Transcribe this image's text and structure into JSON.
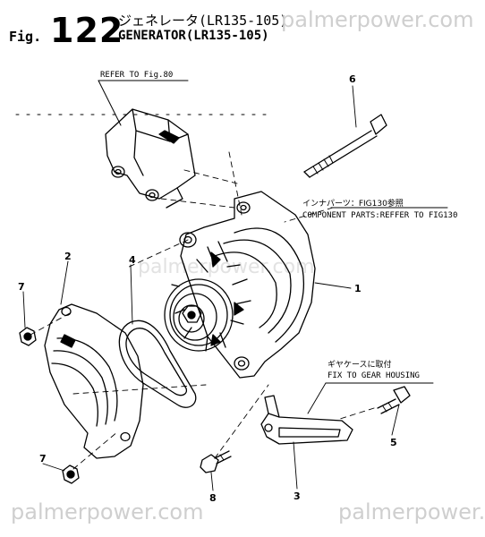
{
  "figure": {
    "prefix": "Fig.",
    "number": "122",
    "title_jp": "ジェネレータ(LR135-105)",
    "title_en": "GENERATOR(LR135-105)"
  },
  "watermark": "palmerpower.com",
  "callouts": {
    "refer": "REFER TO Fig.80",
    "component_jp": "インナパーツ：FIG130参照",
    "component_en": "COMPONENT PARTS:REFFER TO FIG130",
    "fix_jp": "ギヤケースに取付",
    "fix_en": "FIX TO GEAR HOUSING"
  },
  "part_numbers": {
    "p1": "1",
    "p2": "2",
    "p3": "3",
    "p4": "4",
    "p5": "5",
    "p6": "6",
    "p7a": "7",
    "p7b": "7",
    "p8": "8"
  }
}
